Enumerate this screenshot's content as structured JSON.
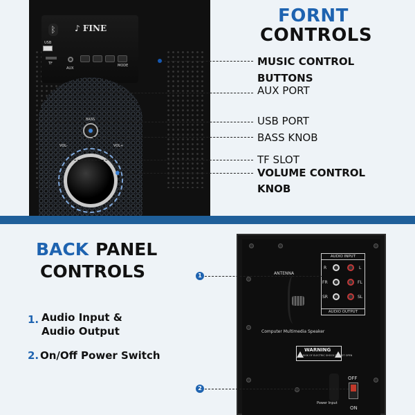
{
  "front": {
    "title_highlight": "FORNT",
    "title_rest": "CONTROLS",
    "brand": "FINE",
    "bt_icon": "bluetooth-icon",
    "panel_labels": {
      "usb": "USB",
      "tf": "TF",
      "aux": "AUX",
      "mode": "MODE",
      "bass": "BASS",
      "vol_minus": "VOL-",
      "vol_plus": "VOL+"
    },
    "features": [
      "MUSIC CONTROL",
      "BUTTONS",
      "AUX PORT",
      "USB PORT",
      "BASS KNOB",
      "TF SLOT",
      "VOLUME CONTROL",
      "KNOB"
    ]
  },
  "back": {
    "title_highlight": "BACK",
    "title_rest": "PANEL",
    "title_line2": "CONTROLS",
    "list": [
      {
        "num": "1.",
        "line1": "Audio Input &",
        "line2": "Audio Output"
      },
      {
        "num": "2.",
        "line1": "On/Off Power Switch"
      }
    ],
    "badges": [
      "1",
      "2"
    ],
    "panel": {
      "audio_input": "AUDIO INPUT",
      "audio_output": "AUDIO OUTPUT",
      "antenna": "ANTENNA",
      "model": "Computer Multimedia Speaker",
      "warning": "WARNING",
      "warning_sub": "RISK OF ELECTRIC SHOCK DO NOT OPEN",
      "off": "OFF",
      "on": "ON",
      "power_input": "Power Input",
      "left_labels": [
        "R",
        "FR",
        "SR"
      ],
      "right_labels": [
        "L",
        "FL",
        "SL"
      ]
    }
  },
  "colors": {
    "accent": "#1e63b0",
    "divider": "#1f5f9a",
    "background": "#eef3f7"
  }
}
